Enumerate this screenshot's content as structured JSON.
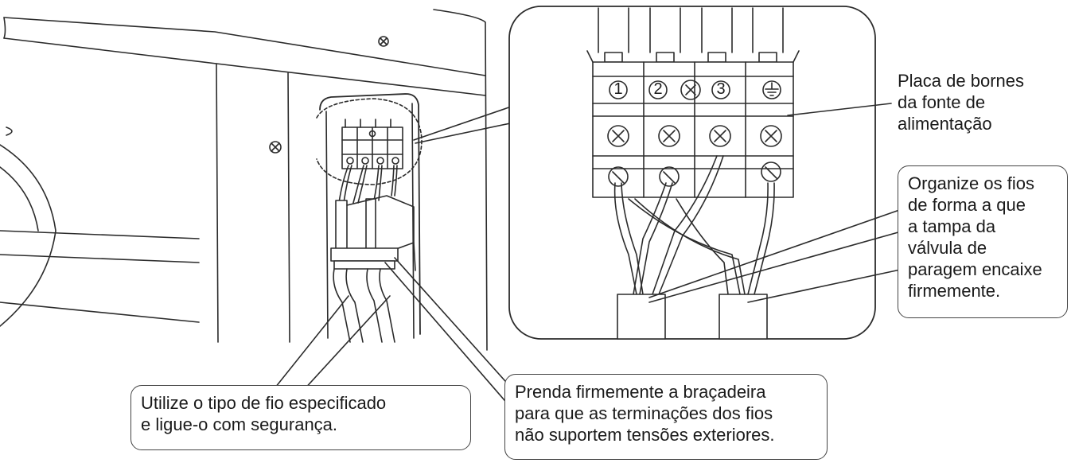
{
  "terminal_labels": [
    "1",
    "2",
    "3"
  ],
  "callouts": {
    "terminal_board": {
      "lines": [
        "Placa de bornes",
        "da fonte de",
        "alimentação"
      ]
    },
    "organize_wires": {
      "lines": [
        "Organize os fios",
        "de forma a que",
        "a tampa da",
        "válvula de",
        "paragem encaixe",
        "firmemente."
      ]
    },
    "wire_type": {
      "lines": [
        "Utilize o tipo de fio especificado",
        "e ligue-o com segurança."
      ]
    },
    "clamp": {
      "lines": [
        "Prenda firmemente a braçadeira",
        "para que as terminações dos fios",
        "não suportem tensões exteriores."
      ]
    }
  },
  "colors": {
    "line": "#2b2b2b",
    "fill": "#ffffff",
    "shade": "#e6e6e6"
  },
  "icons": [
    "ground-icon",
    "screw-icon"
  ]
}
